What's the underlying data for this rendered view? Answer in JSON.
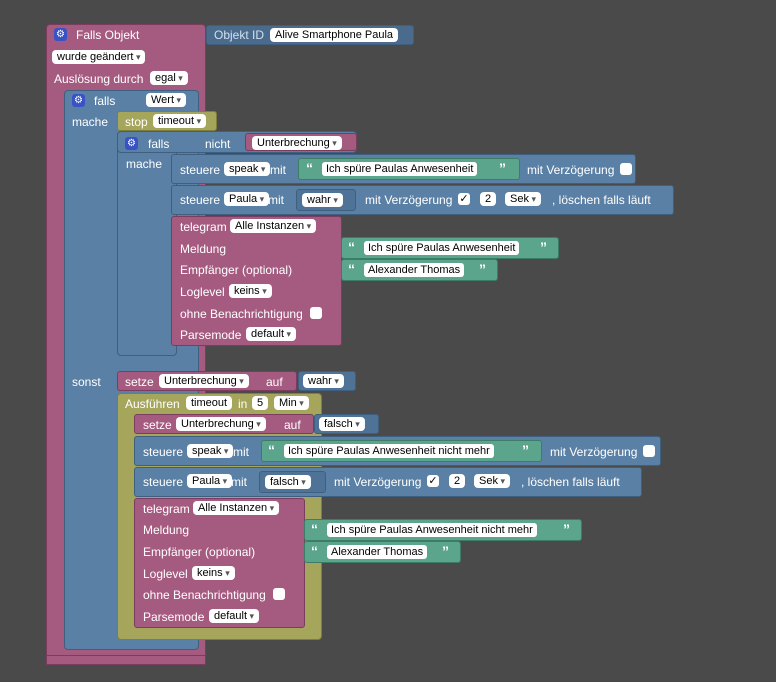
{
  "trigger": {
    "title": "Falls Objekt",
    "object_id_label": "Objekt ID",
    "object_id_value": "Alive Smartphone Paula",
    "changed": "wurde geändert",
    "trigger_by_label": "Auslösung durch",
    "trigger_by_value": "egal"
  },
  "outer_if": {
    "falls": "falls",
    "condition": "Wert",
    "mache": "mache",
    "sonst": "sonst"
  },
  "stop_block": {
    "stop": "stop",
    "value": "timeout"
  },
  "inner_if": {
    "falls": "falls",
    "not": "nicht",
    "condition": "Unterbrechung",
    "mache": "mache"
  },
  "speak1": {
    "steuere": "steuere",
    "target": "speak",
    "mit": "mit",
    "text": "Ich spüre Paulas Anwesenheit",
    "delay_label": "mit Verzögerung"
  },
  "paula1": {
    "steuere": "steuere",
    "target": "Paula",
    "mit": "mit",
    "value": "wahr",
    "delay_label": "mit Verzögerung",
    "check": "✓",
    "delay_value": "2",
    "unit": "Sek",
    "clear_label": ", löschen falls läuft"
  },
  "telegram1": {
    "telegram": "telegram",
    "instances": "Alle Instanzen",
    "message_label": "Meldung",
    "message": "Ich spüre Paulas Anwesenheit",
    "recipient_label": "Empfänger (optional)",
    "recipient": "Alexander Thomas",
    "loglevel_label": "Loglevel",
    "loglevel": "keins",
    "silent_label": "ohne Benachrichtigung",
    "parsemode_label": "Parsemode",
    "parsemode": "default"
  },
  "set1": {
    "setze": "setze",
    "var": "Unterbrechung",
    "auf": "auf",
    "value": "wahr"
  },
  "timeout_block": {
    "run": "Ausführen",
    "name": "timeout",
    "in": "in",
    "value": "5",
    "unit": "Min"
  },
  "set2": {
    "setze": "setze",
    "var": "Unterbrechung",
    "auf": "auf",
    "value": "falsch"
  },
  "speak2": {
    "steuere": "steuere",
    "target": "speak",
    "mit": "mit",
    "text": "Ich spüre Paulas Anwesenheit nicht mehr",
    "delay_label": "mit Verzögerung"
  },
  "paula2": {
    "steuere": "steuere",
    "target": "Paula",
    "mit": "mit",
    "value": "falsch",
    "delay_label": "mit Verzögerung",
    "check": "✓",
    "delay_value": "2",
    "unit": "Sek",
    "clear_label": ", löschen falls läuft"
  },
  "telegram2": {
    "telegram": "telegram",
    "instances": "Alle Instanzen",
    "message_label": "Meldung",
    "message": "Ich spüre Paulas Anwesenheit nicht mehr",
    "recipient_label": "Empfänger (optional)",
    "recipient": "Alexander Thomas",
    "loglevel_label": "Loglevel",
    "loglevel": "keins",
    "silent_label": "ohne Benachrichtigung",
    "parsemode_label": "Parsemode",
    "parsemode": "default"
  },
  "icons": {
    "gear": "gear-icon",
    "quote_open": "“",
    "quote_close": "”"
  },
  "colors": {
    "trigger": "#a55b80",
    "control": "#5b80a5",
    "timer": "#a5a55b",
    "text": "#5ba58c",
    "background": "#4a4a4a"
  }
}
